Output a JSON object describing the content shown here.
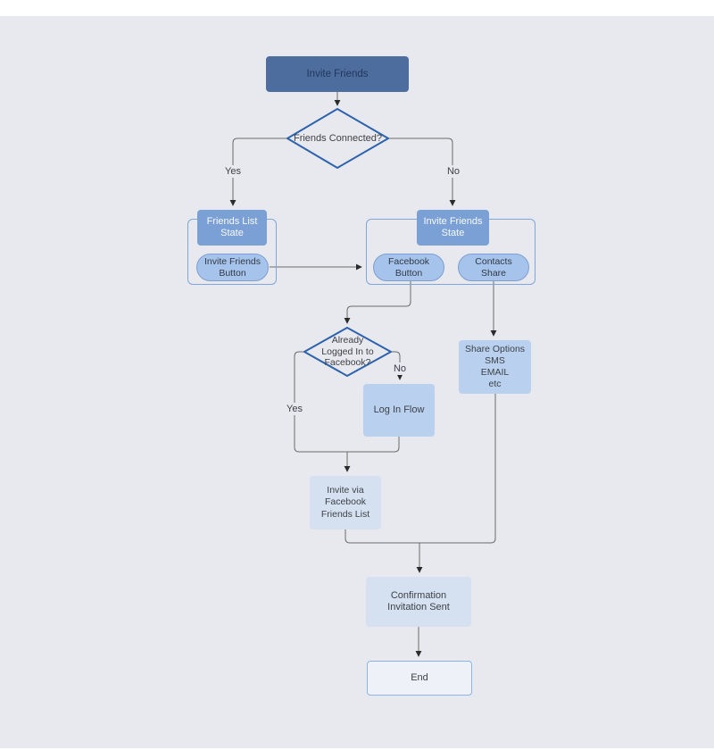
{
  "page": {
    "background": "#ffffff",
    "canvas_background": "#e7e9ee"
  },
  "colors": {
    "start_fill": "#4d6d9e",
    "start_text": "#22365c",
    "state_title_fill": "#7ba0d6",
    "state_title_text": "#f7fafd",
    "pill_fill": "#a5c3eb",
    "pill_border": "#7d9fd2",
    "container_border": "#7ea6dc",
    "decision_border": "#2e62ad",
    "process_fill": "#b9d1ef",
    "process_fill_light": "#d5e0f0",
    "end_fill": "#eef2f8",
    "end_border": "#8db4e8",
    "connector": "#6a6a6a",
    "arrowhead": "#2b2b2b",
    "text": "#3d4248"
  },
  "nodes": {
    "start": {
      "label": "Invite Friends"
    },
    "decision_friends_connected": {
      "label": "Friends Connected?"
    },
    "friends_list_state": {
      "title_lines": [
        "Friends List",
        "State"
      ],
      "pill_lines": [
        "Invite Friends",
        "Button"
      ]
    },
    "invite_friends_state": {
      "title_lines": [
        "Invite Friends",
        "State"
      ],
      "facebook_pill_lines": [
        "Facebook",
        "Button"
      ],
      "contacts_pill_lines": [
        "Contacts",
        "Share"
      ]
    },
    "decision_logged_in": {
      "lines": [
        "Already",
        "Logged In to",
        "Facebook?"
      ]
    },
    "login_flow": {
      "label": "Log In Flow"
    },
    "share_options": {
      "lines": [
        "Share Options",
        "SMS",
        "EMAIL",
        "etc"
      ]
    },
    "invite_via_facebook": {
      "lines": [
        "Invite via",
        "Facebook",
        "Friends List"
      ]
    },
    "confirmation": {
      "lines": [
        "Confirmation",
        "Invitation Sent"
      ]
    },
    "end": {
      "label": "End"
    }
  },
  "edge_labels": {
    "decision1_yes": "Yes",
    "decision1_no": "No",
    "decision2_yes": "Yes",
    "decision2_no": "No"
  }
}
